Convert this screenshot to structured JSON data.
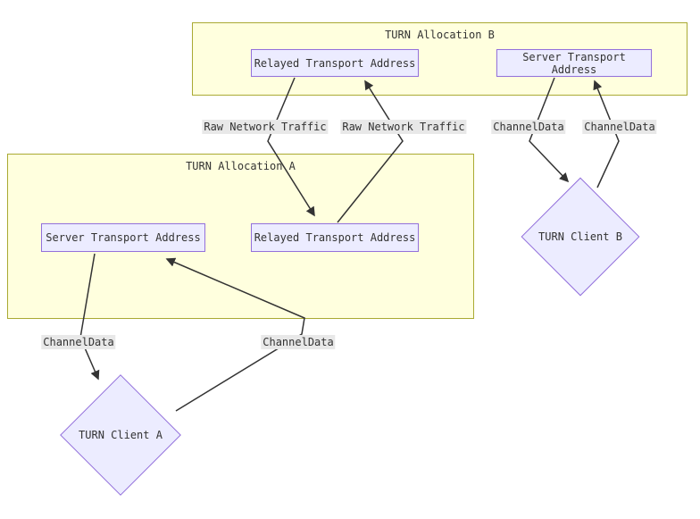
{
  "diagram": {
    "subgraphs": [
      {
        "id": "turn-allocation-b",
        "title": "TURN Allocation B"
      },
      {
        "id": "turn-allocation-a",
        "title": "TURN Allocation A"
      }
    ],
    "nodes": {
      "relayed_b": "Relayed Transport Address",
      "server_b": "Server Transport Address",
      "server_a": "Server Transport Address",
      "relayed_a": "Relayed Transport Address",
      "client_b": "TURN Client B",
      "client_a": "TURN Client A"
    },
    "edge_labels": {
      "raw_left": "Raw Network Traffic",
      "raw_right": "Raw Network Traffic",
      "channel_b_left": "ChannelData",
      "channel_b_right": "ChannelData",
      "channel_a_left": "ChannelData",
      "channel_a_right": "ChannelData"
    },
    "edges": [
      {
        "from": "relayed_b",
        "to": "relayed_a",
        "label": "Raw Network Traffic"
      },
      {
        "from": "relayed_a",
        "to": "relayed_b",
        "label": "Raw Network Traffic"
      },
      {
        "from": "server_b",
        "to": "client_b",
        "label": "ChannelData"
      },
      {
        "from": "client_b",
        "to": "server_b",
        "label": "ChannelData"
      },
      {
        "from": "server_a",
        "to": "client_a",
        "label": "ChannelData"
      },
      {
        "from": "client_a",
        "to": "server_a",
        "label": "ChannelData"
      }
    ],
    "colors": {
      "subgraph_fill": "#ffffde",
      "subgraph_border": "#aaaa33",
      "node_fill": "#ececff",
      "node_border": "#9370db",
      "edge_label_bg": "#e8e8e8",
      "line": "#333333",
      "text": "#333333"
    }
  }
}
